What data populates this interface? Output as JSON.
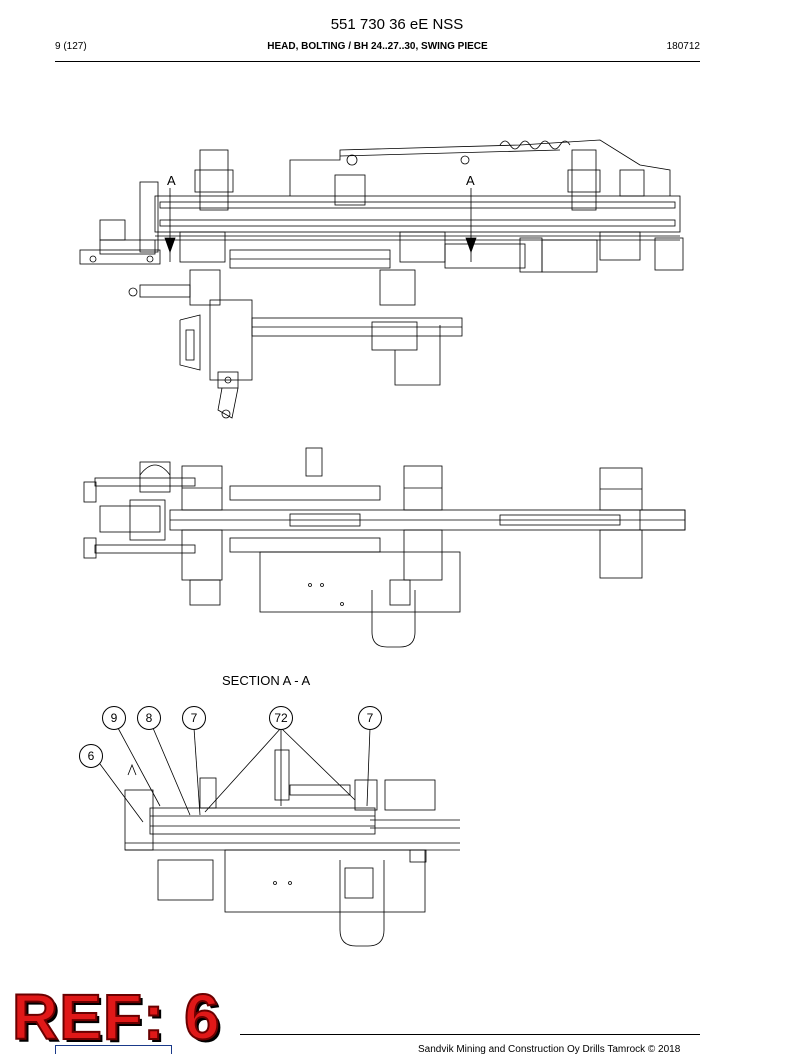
{
  "header": {
    "doc_number": "551 730 36 eE NSS",
    "page": "9 (127)",
    "title": "HEAD, BOLTING / BH 24..27..30, SWING PIECE",
    "date_code": "180712"
  },
  "drawing": {
    "section_label": "SECTION A - A",
    "view_marks": [
      "A",
      "A"
    ],
    "callouts": [
      "9",
      "8",
      "7",
      "72",
      "7",
      "6"
    ]
  },
  "stamp": {
    "text": "REF: 6"
  },
  "footer": {
    "copyright": "Sandvik Mining and Construction Oy Drills Tamrock © 2018"
  }
}
